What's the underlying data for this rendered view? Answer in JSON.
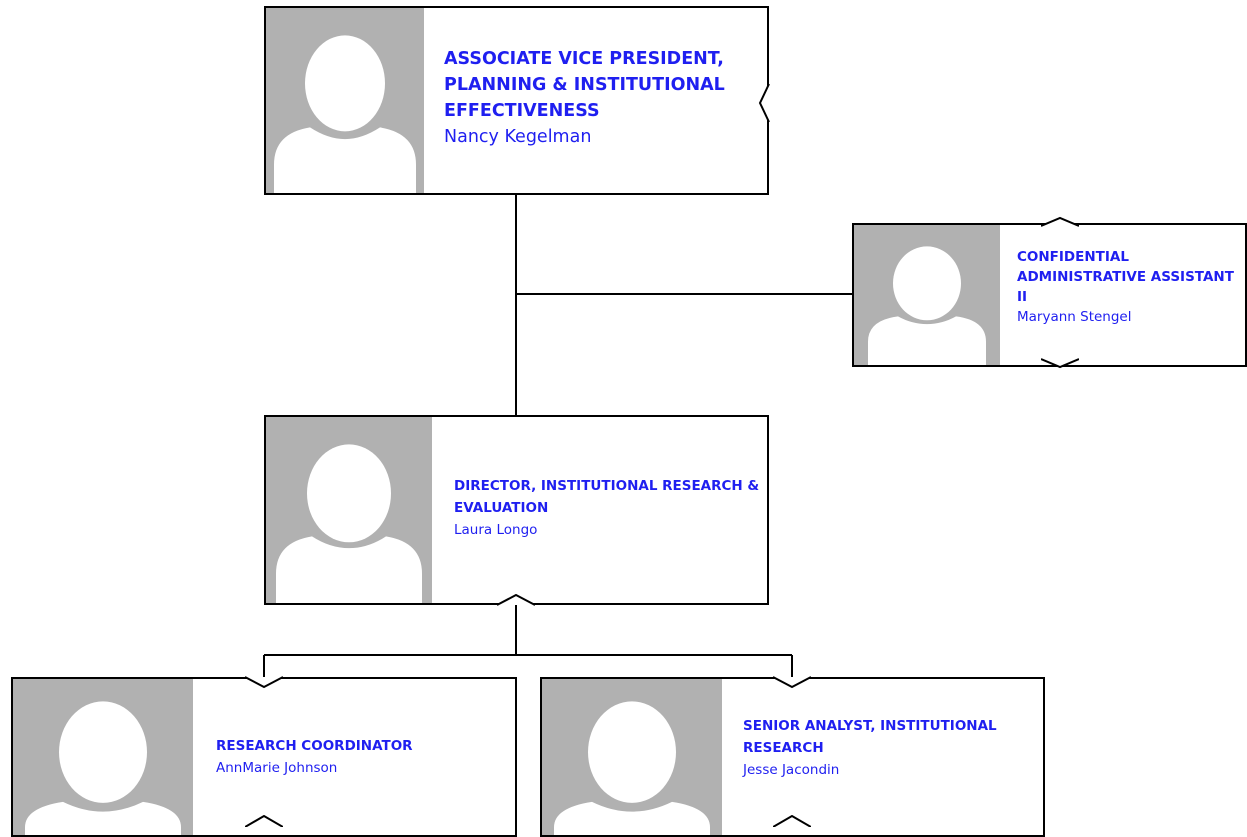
{
  "positions": [
    {
      "id": "avp",
      "title": "ASSOCIATE VICE PRESIDENT, PLANNING & INSTITUTIONAL EFFECTIVENESS",
      "name": "Nancy Kegelman"
    },
    {
      "id": "caa",
      "title": "CONFIDENTIAL ADMINISTRATIVE ASSISTANT II",
      "name": "Maryann Stengel"
    },
    {
      "id": "dir",
      "title": "DIRECTOR, INSTITUTIONAL RESEARCH & EVALUATION",
      "name": "Laura Longo"
    },
    {
      "id": "rc",
      "title": "RESEARCH COORDINATOR",
      "name": "AnnMarie Johnson"
    },
    {
      "id": "sa",
      "title": "SENIOR ANALYST, INSTITUTIONAL RESEARCH",
      "name": "Jesse Jacondin"
    }
  ],
  "colors": {
    "text": "#1f1ff0",
    "photo_bg": "#b1b1b1",
    "silhouette": "#ffffff",
    "line": "#000000"
  },
  "icons": {
    "photo": "person-silhouette-icon"
  }
}
